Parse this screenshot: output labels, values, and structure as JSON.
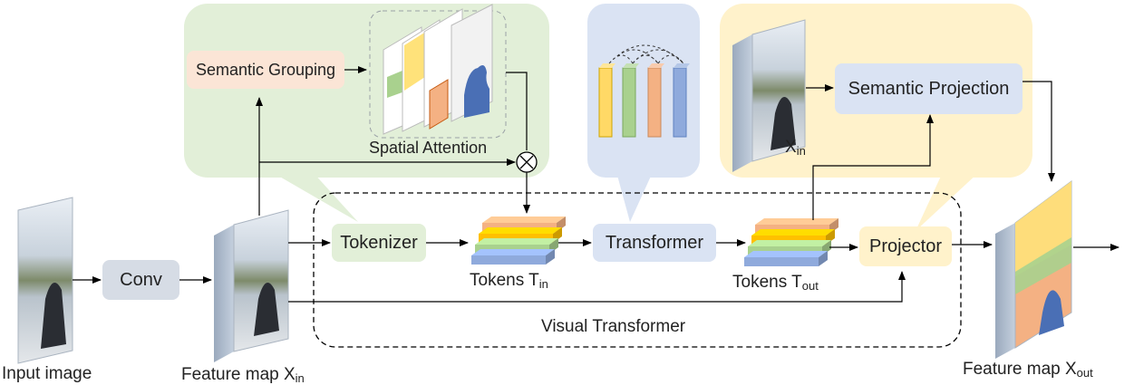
{
  "colors": {
    "green_bubble": "#e2efd8",
    "blue_bubble": "#dae3f3",
    "yellow_bubble": "#fff2cb",
    "conv_box": "#d6dce5",
    "tokenizer_box": "#e2efd8",
    "transformer_box": "#dae3f3",
    "projector_box": "#fff2cb",
    "semantic_grouping_box": "#fbe5d6",
    "semantic_projection_box": "#dae3f3",
    "token_orange": "#f4b183",
    "token_yellow": "#ffc000",
    "token_green": "#a9d18e",
    "token_blue": "#8faadc"
  },
  "labels": {
    "input_image": "Input image",
    "conv": "Conv",
    "feature_map_in_prefix": "Feature map X",
    "feature_map_in_sub": "in",
    "tokenizer": "Tokenizer",
    "tokens_in_prefix": "Tokens T",
    "tokens_in_sub": "in",
    "transformer": "Transformer",
    "tokens_out_prefix": "Tokens T",
    "tokens_out_sub": "out",
    "projector": "Projector",
    "visual_transformer": "Visual Transformer",
    "feature_map_out_prefix": "Feature map X",
    "feature_map_out_sub": "out",
    "semantic_grouping": "Semantic Grouping",
    "spatial_attention": "Spatial Attention",
    "semantic_projection": "Semantic Projection",
    "x_in_prefix": "X",
    "x_in_sub": "in",
    "multiply_symbol": "⊗"
  }
}
